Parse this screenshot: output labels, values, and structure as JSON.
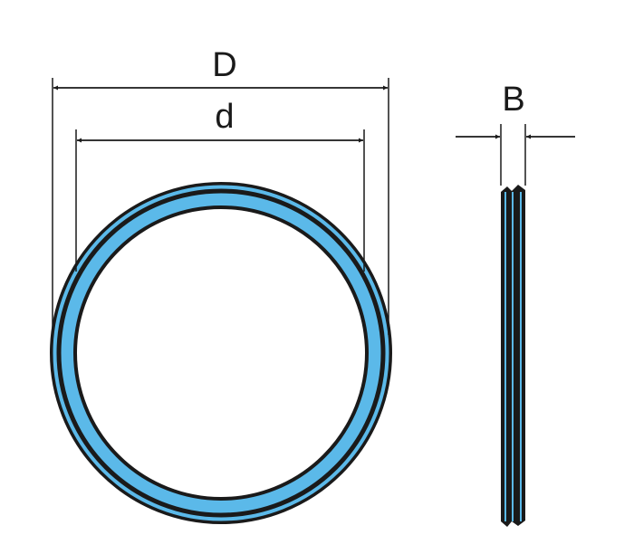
{
  "labels": {
    "outer_diameter": "D",
    "inner_diameter": "d",
    "width": "B"
  },
  "colors": {
    "ring": "#5bb9e9",
    "outline": "#1a1a1a",
    "background": "#ffffff"
  }
}
